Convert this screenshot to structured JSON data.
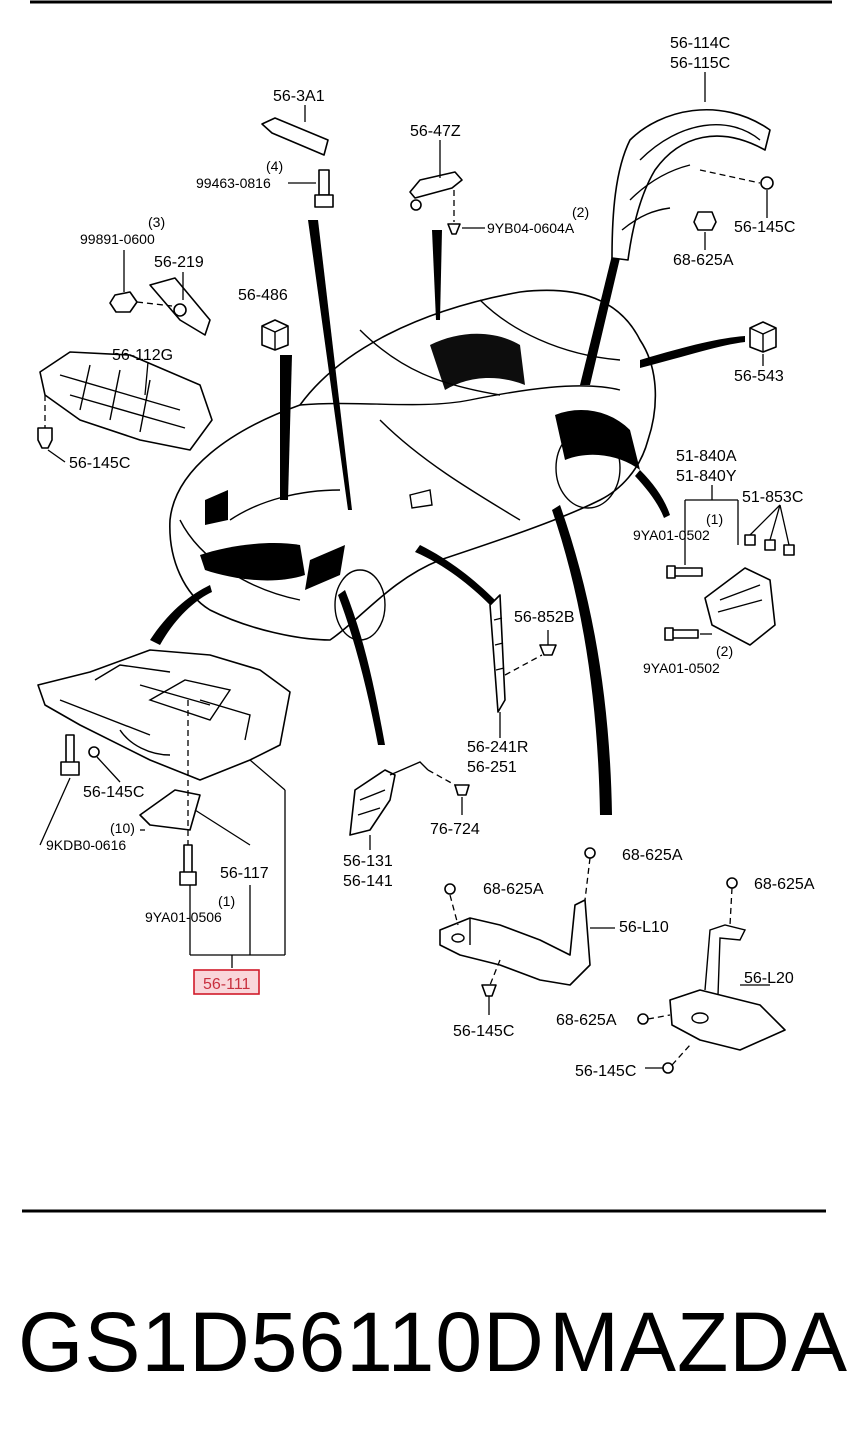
{
  "labels": {
    "p_56_114c": "56-114C",
    "p_56_115c": "56-115C",
    "p_56_3a1": "56-3A1",
    "p_56_47z": "56-47Z",
    "q_4": "(4)",
    "p_99463_0816": "99463-0816",
    "q_2a": "(2)",
    "p_9yb04_0604a": "9YB04-0604A",
    "p_56_145c_a": "56-145C",
    "q_3": "(3)",
    "p_99891_0600": "99891-0600",
    "p_68_625a_a": "68-625A",
    "p_56_219": "56-219",
    "p_56_486": "56-486",
    "p_56_543": "56-543",
    "p_56_112g": "56-112G",
    "p_56_145c_b": "56-145C",
    "p_51_840a": "51-840A",
    "p_51_840y": "51-840Y",
    "p_51_853c": "51-853C",
    "q_1a": "(1)",
    "p_9ya01_0502_a": "9YA01-0502",
    "q_2b": "(2)",
    "p_9ya01_0502_b": "9YA01-0502",
    "p_56_852b": "56-852B",
    "p_56_241r": "56-241R",
    "p_56_251": "56-251",
    "p_56_145c_c": "56-145C",
    "q_10": "(10)",
    "p_9kdb0_0616": "9KDB0-0616",
    "p_56_117": "56-117",
    "q_1b": "(1)",
    "p_9ya01_0506": "9YA01-0506",
    "p_56_111": "56-111",
    "p_76_724": "76-724",
    "p_56_131": "56-131",
    "p_56_141": "56-141",
    "p_68_625a_b": "68-625A",
    "p_68_625a_c": "68-625A",
    "p_68_625a_d": "68-625A",
    "p_56_l10": "56-L10",
    "p_56_l20": "56-L20",
    "p_56_145c_d": "56-145C",
    "p_68_625a_e": "68-625A",
    "p_56_145c_e": "56-145C"
  },
  "highlight": {
    "part": "56-111",
    "border_color": "#d11a2a",
    "fill_color": "#f9d6da"
  },
  "footer": {
    "part_code": "GS1D56110D",
    "brand": "MAZDA"
  }
}
